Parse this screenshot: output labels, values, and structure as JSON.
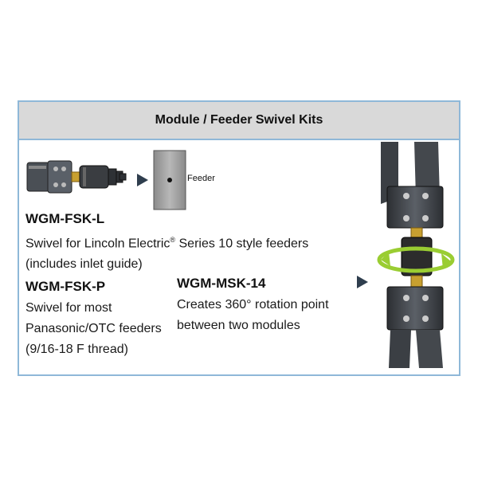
{
  "header": {
    "title": "Module / Feeder Swivel Kits"
  },
  "feeder_label": "Feeder",
  "kits": {
    "fsk_l": {
      "code": "WGM-FSK-L",
      "line1_pre": "Swivel for Lincoln Electric",
      "line1_sup": "®",
      "line1_post": " Series 10 style feeders",
      "line2": "(includes inlet guide)"
    },
    "fsk_p": {
      "code": "WGM-FSK-P",
      "line1": "Swivel for most",
      "line2": "Panasonic/OTC feeders",
      "line3": "(9/16-18 F thread)"
    },
    "msk_14": {
      "code": "WGM-MSK-14",
      "line1": "Creates 360° rotation point",
      "line2": "between two modules"
    }
  },
  "colors": {
    "border": "#8fb8d8",
    "header_bg": "#d9d9d9",
    "arrow": "#2f3e4e",
    "rotation": "#9acd32",
    "brass": "#c8a030"
  }
}
